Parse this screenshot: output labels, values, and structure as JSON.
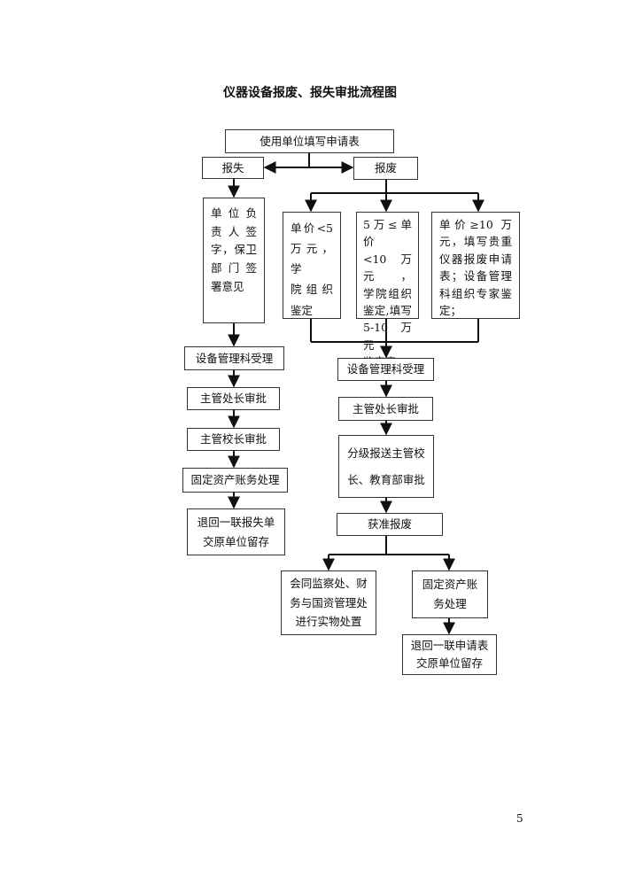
{
  "title": "仪器设备报废、报失审批流程图",
  "page_number": "5",
  "start": "使用单位填写申请表",
  "loss": {
    "label": "报失",
    "step1_lines": [
      "单位负",
      "责人签",
      "字，保卫",
      "部门签",
      "署意见"
    ],
    "step2": "设备管理科受理",
    "step3": "主管处长审批",
    "step4": "主管校长审批",
    "step5": "固定资产账务处理",
    "step6_lines": [
      "退回一联报失单",
      "交原单位留存"
    ]
  },
  "scrap": {
    "label": "报废",
    "branch_a_lines": [
      "单价<5",
      "万元，学",
      "院组织",
      "鉴定"
    ],
    "branch_b_lines": [
      "5万≤单价",
      "<10万元，",
      "学院组织",
      "鉴定,填写",
      "5-10 万元",
      "鉴定表"
    ],
    "branch_c_lines": [
      "单价≥10 万",
      "元，填写贵重",
      "仪器报废申请",
      "表；设备管理",
      "科组织专家鉴",
      "定；"
    ],
    "step2": "设备管理科受理",
    "step3": "主管处长审批",
    "step4_lines": [
      "分级报送主管校",
      "长、教育部审批"
    ],
    "step5": "获准报废",
    "left_lines": [
      "会同监察处、财",
      "务与国资管理处",
      "进行实物处置"
    ],
    "right_lines": [
      "固定资产账",
      "务处理"
    ],
    "right_final_lines": [
      "退回一联申请表",
      "交原单位留存"
    ]
  }
}
